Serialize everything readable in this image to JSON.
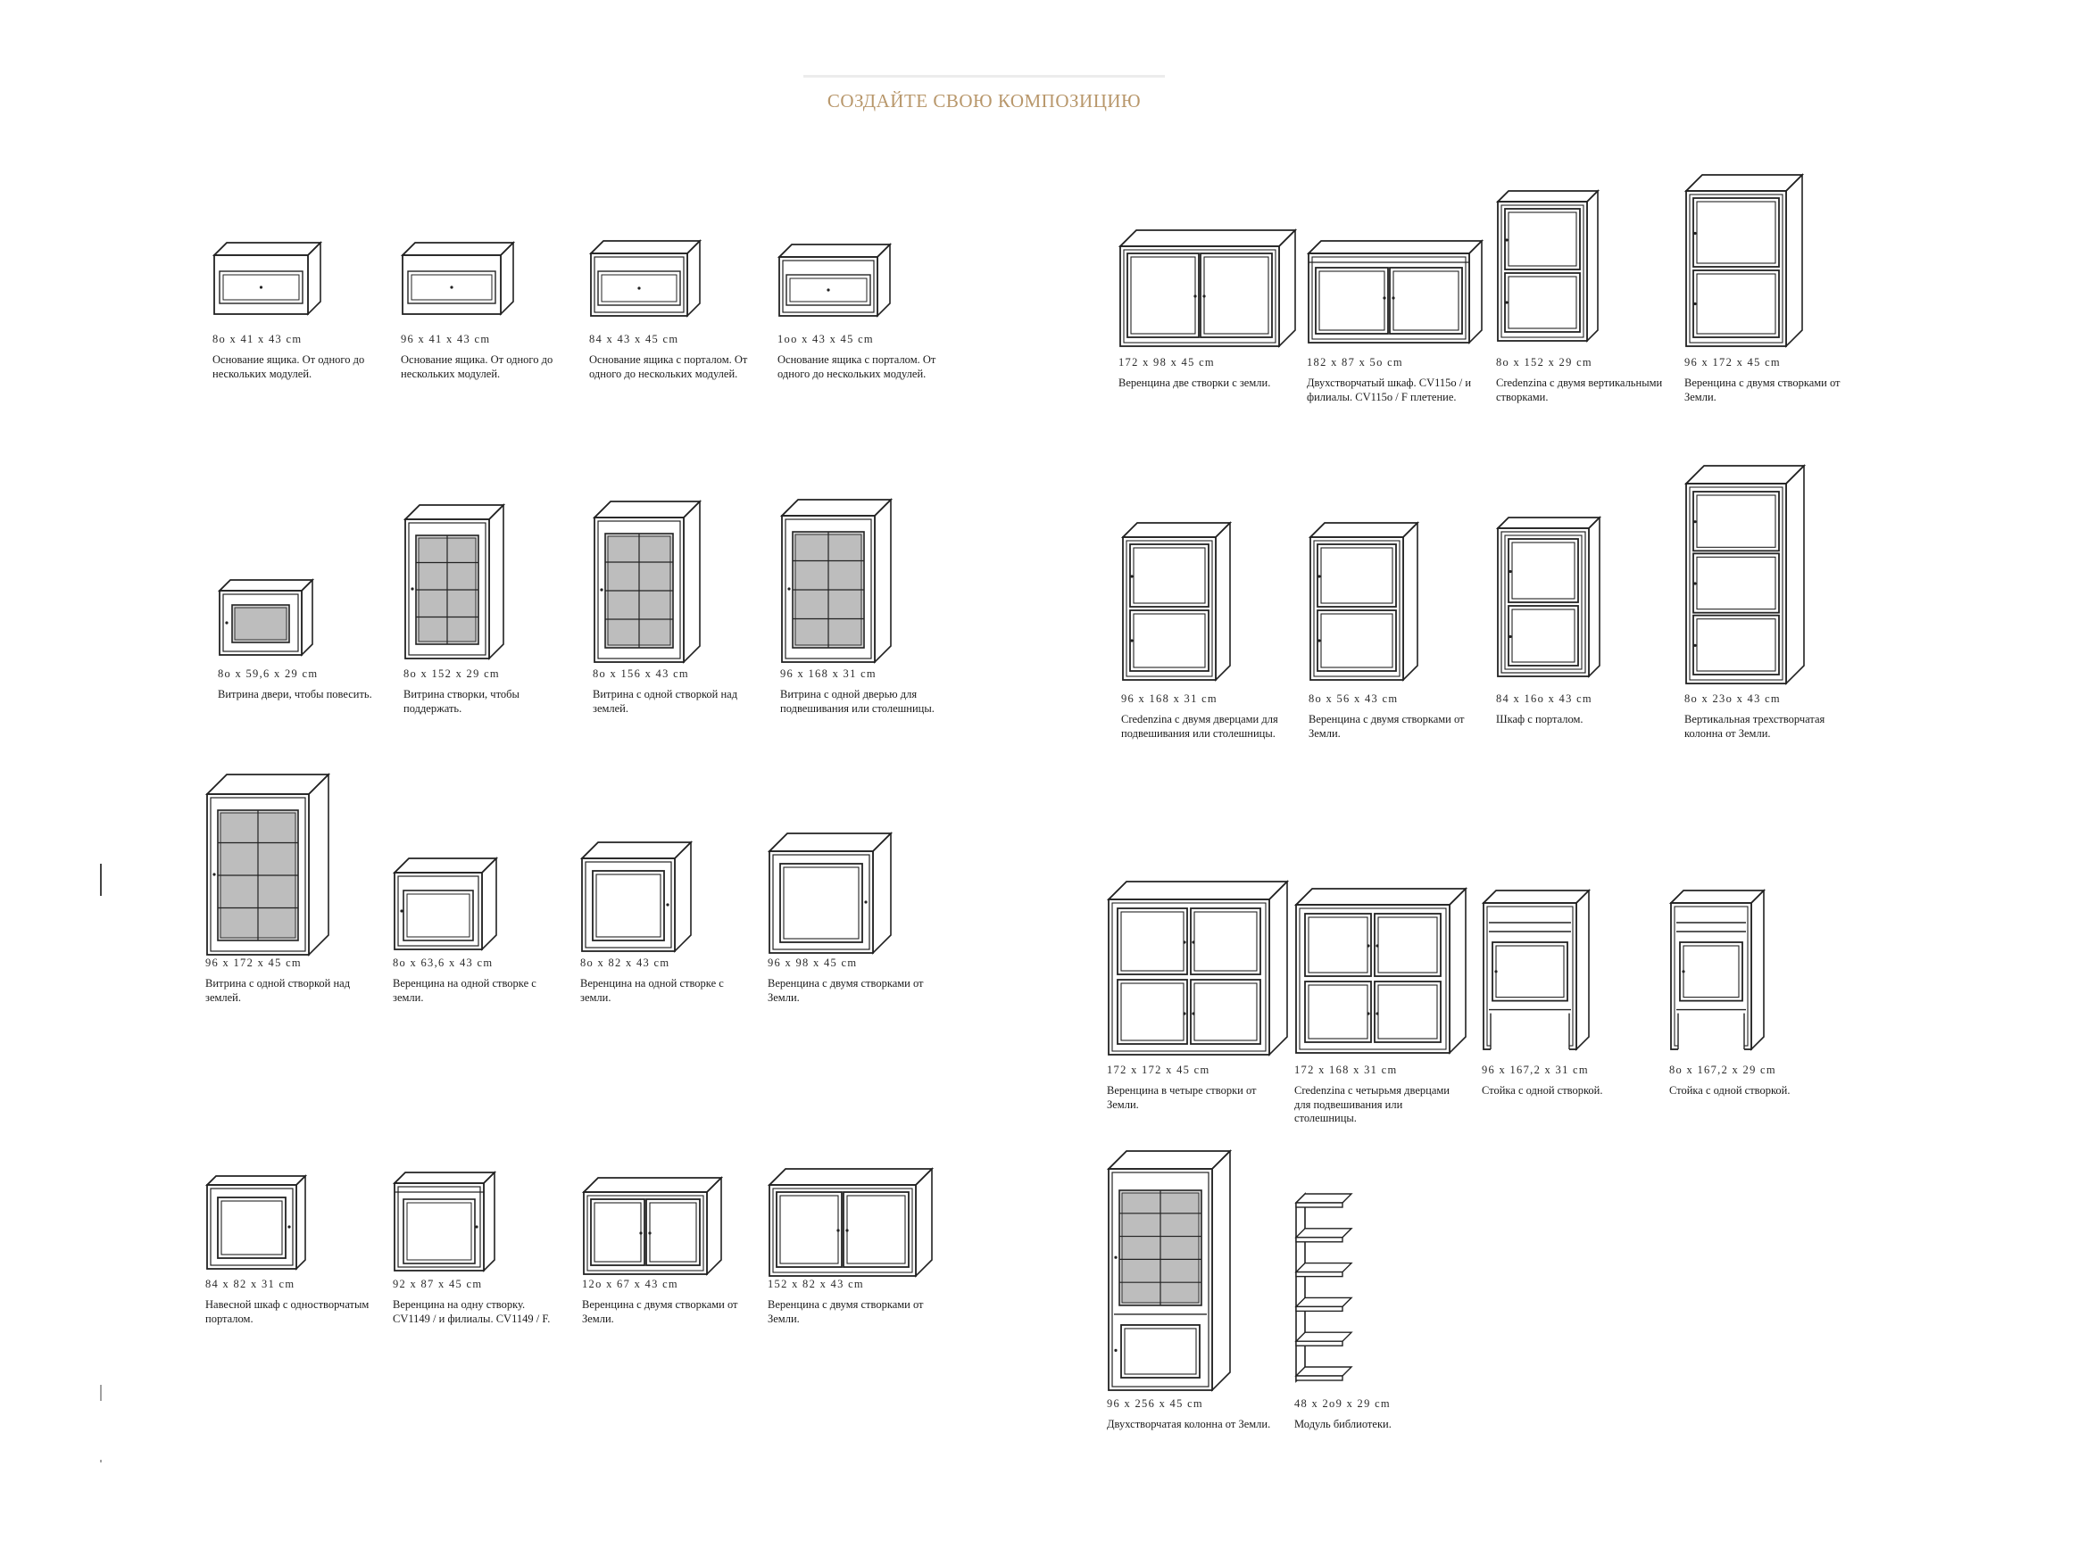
{
  "header": {
    "title": "СОЗДАЙТЕ СВОЮ КОМПОЗИЦИЮ"
  },
  "colors": {
    "title_accent": "#b8976b",
    "line_art": "#222222"
  },
  "items": [
    {
      "dims": "8о x 41 x 43 cm",
      "desc": "Основание ящика. От одного до нескольких модулей.",
      "icon": "drawer-base-icon"
    },
    {
      "dims": "96 x 41 x 43 cm",
      "desc": "Основание ящика. От одного до нескольких модулей.",
      "icon": "drawer-base-icon"
    },
    {
      "dims": "84 x 43 x 45 cm",
      "desc": "Основание ящика с порталом. От одного до нескольких модулей.",
      "icon": "drawer-base-portal-icon"
    },
    {
      "dims": "1оо x 43 x 45 cm",
      "desc": "Основание ящика с порталом. От одного до нескольких модулей.",
      "icon": "drawer-base-portal-icon"
    },
    {
      "dims": "172 x 98 x 45 cm",
      "desc": "Веренцина две створки с земли.",
      "icon": "two-door-cabinet-icon"
    },
    {
      "dims": "182 x 87 x 5о cm",
      "desc": "Двухстворчатый шкаф. CV115о / и филиалы. CV115о / F плетение.",
      "icon": "two-door-wide-cabinet-icon"
    },
    {
      "dims": "8о x 152 x 29 cm",
      "desc": "Credenzina с двумя вертикальными створками.",
      "icon": "vertical-two-door-icon"
    },
    {
      "dims": "96 x 172 x 45 cm",
      "desc": "Веренцина с двумя створками от Земли.",
      "icon": "tall-two-door-icon"
    },
    {
      "dims": "8о x 59,6 x 29 cm",
      "desc": "Витрина двери, чтобы повесить.",
      "icon": "hanging-vitrine-icon"
    },
    {
      "dims": "8о x 152 x 29 cm",
      "desc": "Витрина створки, чтобы поддержать.",
      "icon": "glass-vitrine-icon"
    },
    {
      "dims": "8о x 156 x 43 cm",
      "desc": "Витрина с одной створкой над землей.",
      "icon": "glass-vitrine-icon"
    },
    {
      "dims": "96 x 168 x 31 cm",
      "desc": "Витрина с одной дверью для подвешивания или столешницы.",
      "icon": "glass-vitrine-icon"
    },
    {
      "dims": "96 x 168 x 31 cm",
      "desc": "Credenzina с двумя дверцами для подвешивания или столешницы.",
      "icon": "vertical-two-door-icon"
    },
    {
      "dims": "8о x 56 x 43 cm",
      "desc": "Веренцина с двумя створками от Земли.",
      "icon": "vertical-two-door-icon"
    },
    {
      "dims": "84 x 16о x 43 cm",
      "desc": "Шкаф с порталом.",
      "icon": "portal-cabinet-icon"
    },
    {
      "dims": "8о x 23о x 43 cm",
      "desc": "Вертикальная трехстворчатая колонна от Земли.",
      "icon": "three-door-column-icon"
    },
    {
      "dims": "96 x 172 x 45 cm",
      "desc": "Витрина с одной створкой над землей.",
      "icon": "tall-glass-vitrine-icon"
    },
    {
      "dims": "8о x 63,6 x 43 cm",
      "desc": "Веренцина на одной створке с земли.",
      "icon": "small-glass-cabinet-icon"
    },
    {
      "dims": "8о x 82 x 43 cm",
      "desc": "Веренцина на одной створке с земли.",
      "icon": "single-door-cube-icon"
    },
    {
      "dims": "96 x 98 x 45 cm",
      "desc": "Веренцина с двумя створками от Земли.",
      "icon": "single-door-cube-icon"
    },
    {
      "dims": "172 x 172 x 45 cm",
      "desc": "Веренцина в четыре створки от Земли.",
      "icon": "four-door-cabinet-icon"
    },
    {
      "dims": "172 x 168 x 31 cm",
      "desc": "Credenzina с четырьмя дверцами для подвешивания или столешницы.",
      "icon": "four-door-cabinet-icon"
    },
    {
      "dims": "96 x 167,2 x 31 cm",
      "desc": "Стойка с одной створкой.",
      "icon": "stand-one-door-icon"
    },
    {
      "dims": "8о x 167,2 x 29 cm",
      "desc": "Стойка с одной створкой.",
      "icon": "stand-one-door-icon"
    },
    {
      "dims": "84 x 82 x 31 cm",
      "desc": "Навесной шкаф с одностворчатым порталом.",
      "icon": "wall-cabinet-icon"
    },
    {
      "dims": "92 x 87 x 45 cm",
      "desc": "Веренцина на одну створку. CV1149 / и филиалы. CV1149 / F.",
      "icon": "single-door-portal-icon"
    },
    {
      "dims": "12о x 67 x 43 cm",
      "desc": "Веренцина с двумя створками от Земли.",
      "icon": "low-two-door-icon"
    },
    {
      "dims": "152 x 82 x 43 cm",
      "desc": "Веренцина с двумя створками от Земли.",
      "icon": "low-two-door-icon"
    },
    {
      "dims": "96 x 256 x 45 cm",
      "desc": "Двухстворчатая колонна от Земли.",
      "icon": "tall-column-vitrine-icon"
    },
    {
      "dims": "48 x 2о9 x 29 cm",
      "desc": "Модуль библиотеки.",
      "icon": "bookshelf-module-icon"
    }
  ]
}
